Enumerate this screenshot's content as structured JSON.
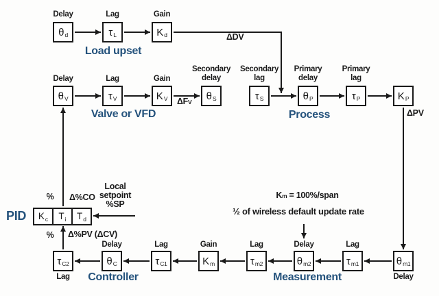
{
  "colors": {
    "accent": "#24527c",
    "ink": "#1a1a1a",
    "bg": "#fdfdfc"
  },
  "groups": {
    "load_upset": "Load upset",
    "valve": "Valve or VFD",
    "process": "Process",
    "pid": "PID",
    "controller": "Controller",
    "measurement": "Measurement"
  },
  "blocks": {
    "theta_d": {
      "sym": "θ",
      "sub": "d",
      "label": "Delay"
    },
    "tau_L": {
      "sym": "τ",
      "sub": "L",
      "label": "Lag"
    },
    "K_d": {
      "sym": "K",
      "sub": "d",
      "label": "Gain"
    },
    "theta_V": {
      "sym": "θ",
      "sub": "V",
      "label": "Delay"
    },
    "tau_V": {
      "sym": "τ",
      "sub": "V",
      "label": "Lag"
    },
    "K_V": {
      "sym": "K",
      "sub": "V",
      "label": "Gain"
    },
    "theta_S": {
      "sym": "θ",
      "sub": "S",
      "label1": "Secondary",
      "label2": "delay"
    },
    "tau_S": {
      "sym": "τ",
      "sub": "S",
      "label1": "Secondary",
      "label2": "lag"
    },
    "theta_P": {
      "sym": "θ",
      "sub": "P",
      "label1": "Primary",
      "label2": "delay"
    },
    "tau_P": {
      "sym": "τ",
      "sub": "P",
      "label1": "Primary",
      "label2": "lag"
    },
    "K_P": {
      "sym": "K",
      "sub": "P"
    },
    "theta_m1": {
      "sym": "θ",
      "sub": "m1",
      "label": "Delay"
    },
    "tau_m1": {
      "sym": "τ",
      "sub": "m1",
      "label": "Lag"
    },
    "theta_m2": {
      "sym": "θ",
      "sub": "m2",
      "label": "Delay"
    },
    "tau_m2": {
      "sym": "τ",
      "sub": "m2",
      "label": "Lag"
    },
    "K_m": {
      "sym": "K",
      "sub": "m",
      "label": "Gain"
    },
    "tau_C1": {
      "sym": "τ",
      "sub": "C1",
      "label": "Lag"
    },
    "theta_C": {
      "sym": "θ",
      "sub": "C",
      "label": "Delay"
    },
    "tau_C2": {
      "sym": "τ",
      "sub": "C2",
      "label": "Lag"
    },
    "K_c": {
      "sym": "K",
      "sub": "c"
    },
    "T_i": {
      "sym": "T",
      "sub": "i"
    },
    "T_d": {
      "sym": "T",
      "sub": "d"
    }
  },
  "signals": {
    "dDV": "ΔDV",
    "dFv": {
      "main": "ΔF",
      "sub": "V"
    },
    "dPV": "ΔPV",
    "pct_co": "%",
    "dCO": "Δ%CO",
    "pct_pv": "%",
    "dPVCV": "Δ%PV (ΔCV)",
    "local": {
      "line1": "Local",
      "line2": "setpoint",
      "line3": "%SP"
    }
  },
  "annotations": {
    "km": {
      "sym": "K",
      "sub": "m",
      "rest": " = 100%/span"
    },
    "wireless": "½ of wireless default update rate"
  }
}
